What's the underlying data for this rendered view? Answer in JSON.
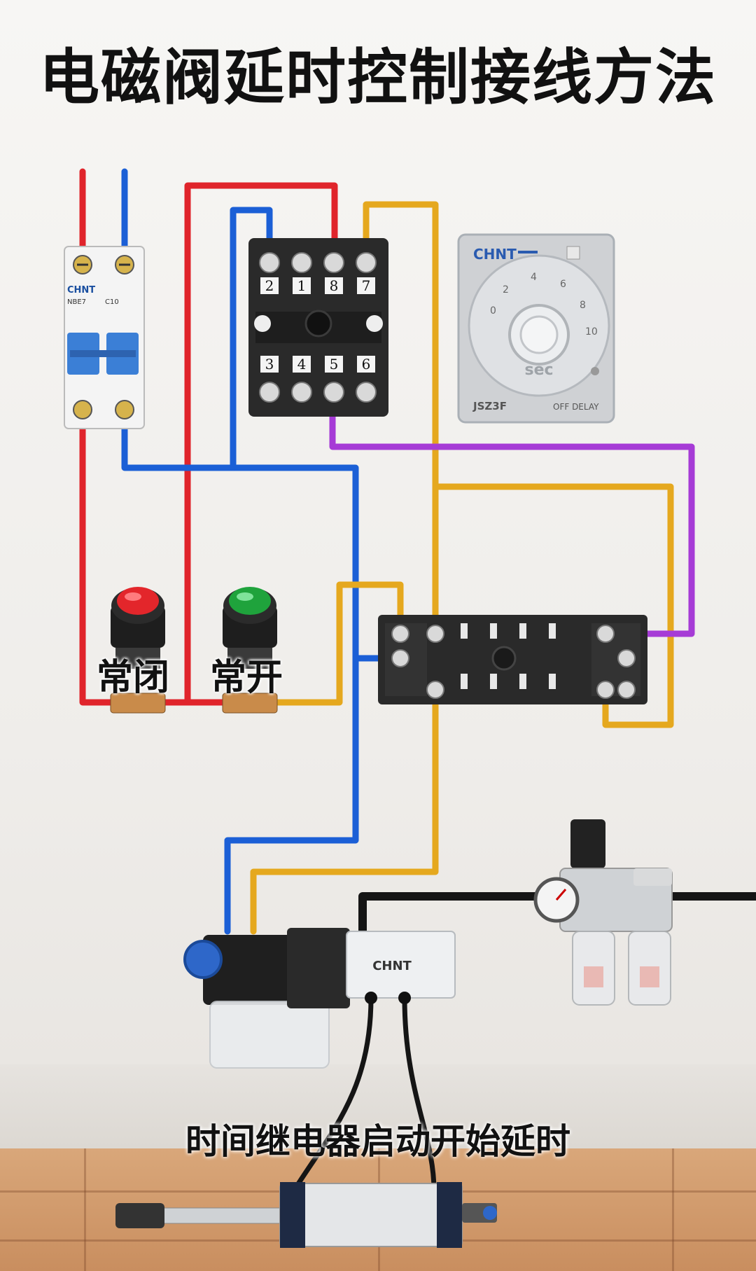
{
  "title": "电磁阀延时控制接线方法",
  "caption": "时间继电器启动开始延时",
  "breaker": {
    "brand": "CHNT",
    "model": "NBE7",
    "rating": "C10"
  },
  "timer": {
    "brand": "CHNT",
    "model": "JSZ3F",
    "mode": "OFF DELAY",
    "unit": "sec",
    "dial_numbers": [
      "0",
      "2",
      "4",
      "6",
      "8",
      "10"
    ]
  },
  "socket": {
    "top_terminals": [
      "2",
      "1",
      "8",
      "7"
    ],
    "bottom_terminals": [
      "3",
      "4",
      "5",
      "6"
    ]
  },
  "buttons": {
    "nc_label": "常闭",
    "no_label": "常开"
  },
  "valve": {
    "brand": "CHNT"
  },
  "colors": {
    "wire_red": "#e0242b",
    "wire_blue": "#1b5fd6",
    "wire_yellow": "#e5a81e",
    "wire_purple": "#a63bd6",
    "wire_black": "#151515",
    "button_red": "#e3262b",
    "button_green": "#1fa33c"
  }
}
